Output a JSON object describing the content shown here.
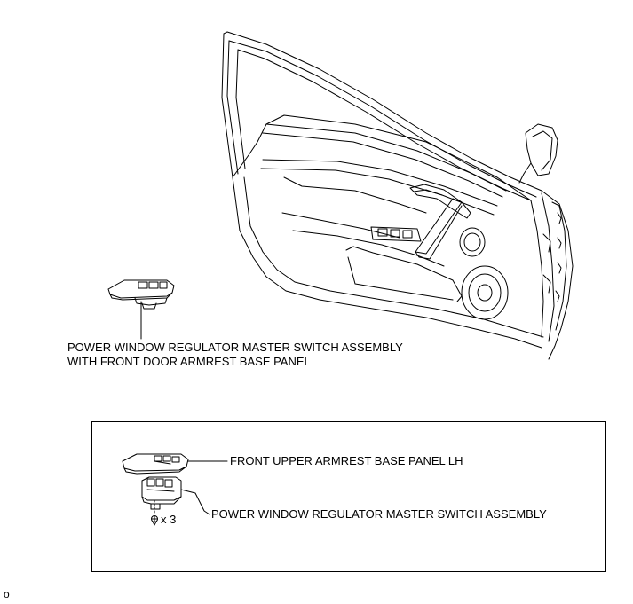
{
  "main_callout": {
    "line1": "POWER WINDOW REGULATOR MASTER SWITCH ASSEMBLY",
    "line2": "WITH FRONT DOOR ARMREST BASE PANEL"
  },
  "detail": {
    "upper_panel_label": "FRONT UPPER ARMREST BASE PANEL LH",
    "switch_label": "POWER WINDOW REGULATOR MASTER SWITCH ASSEMBLY",
    "screw_count": "x 3"
  },
  "corner_mark": "o"
}
